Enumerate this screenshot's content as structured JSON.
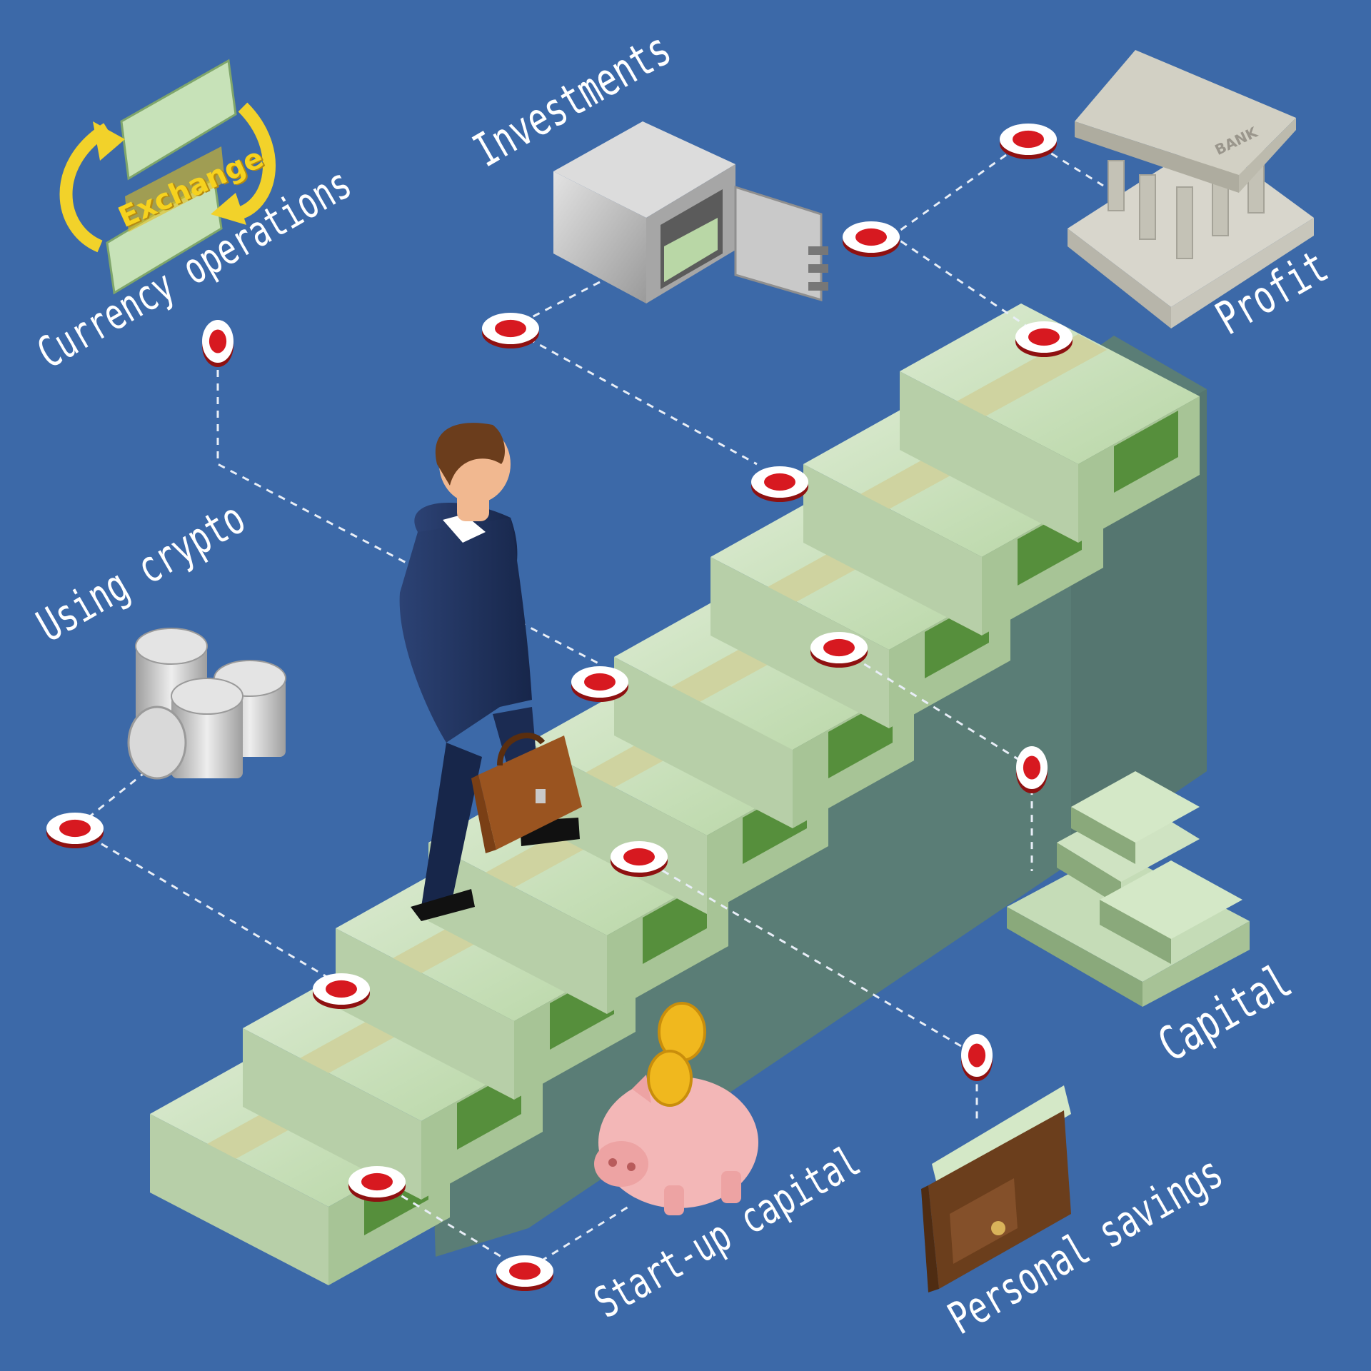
{
  "labels": {
    "profit": "Profit",
    "investments": "Investments",
    "currency_operations": "Currency operations",
    "using_crypto": "Using crypto",
    "capital": "Capital",
    "startup_capital": "Start-up capital",
    "personal_savings": "Personal savings"
  },
  "icons": {
    "exchange_text": "Exchange",
    "bank_text": "BANK"
  },
  "colors": {
    "background": "#3c69a8",
    "marker_red": "#d71920",
    "marker_dark": "#8e1111",
    "stair_side": "#5a7d76",
    "bill_green": "#cfe3c2",
    "suit": "#1e2f55"
  }
}
